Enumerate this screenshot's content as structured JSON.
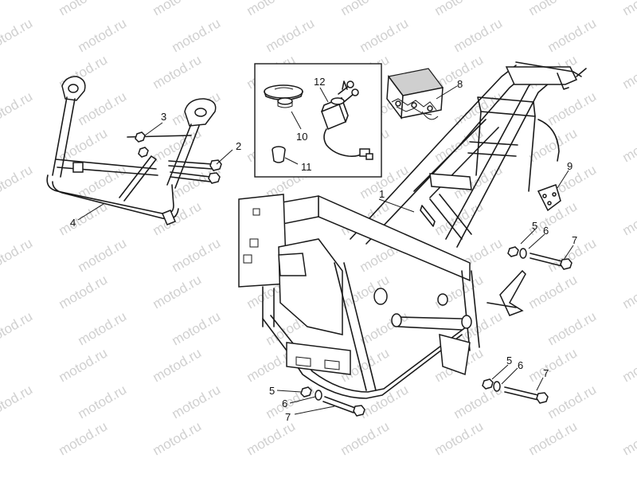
{
  "watermark": {
    "text": "motod.ru",
    "color": "#d0d0d0"
  },
  "callouts": {
    "frame": "1",
    "bolt_rear_carrier": "2",
    "nut_rear_carrier": "3",
    "rear_carrier": "4",
    "nut_front": "5",
    "washer_front": "6",
    "bolt_front": "7",
    "nut_left": "5",
    "washer_left": "6",
    "bolt_left": "7",
    "nut_right": "5",
    "washer_right": "6",
    "bolt_right": "7",
    "ecu": "8",
    "bracket_plate": "9",
    "fuel_cap": "10",
    "key_insert": "11",
    "ignition_lock": "12"
  }
}
